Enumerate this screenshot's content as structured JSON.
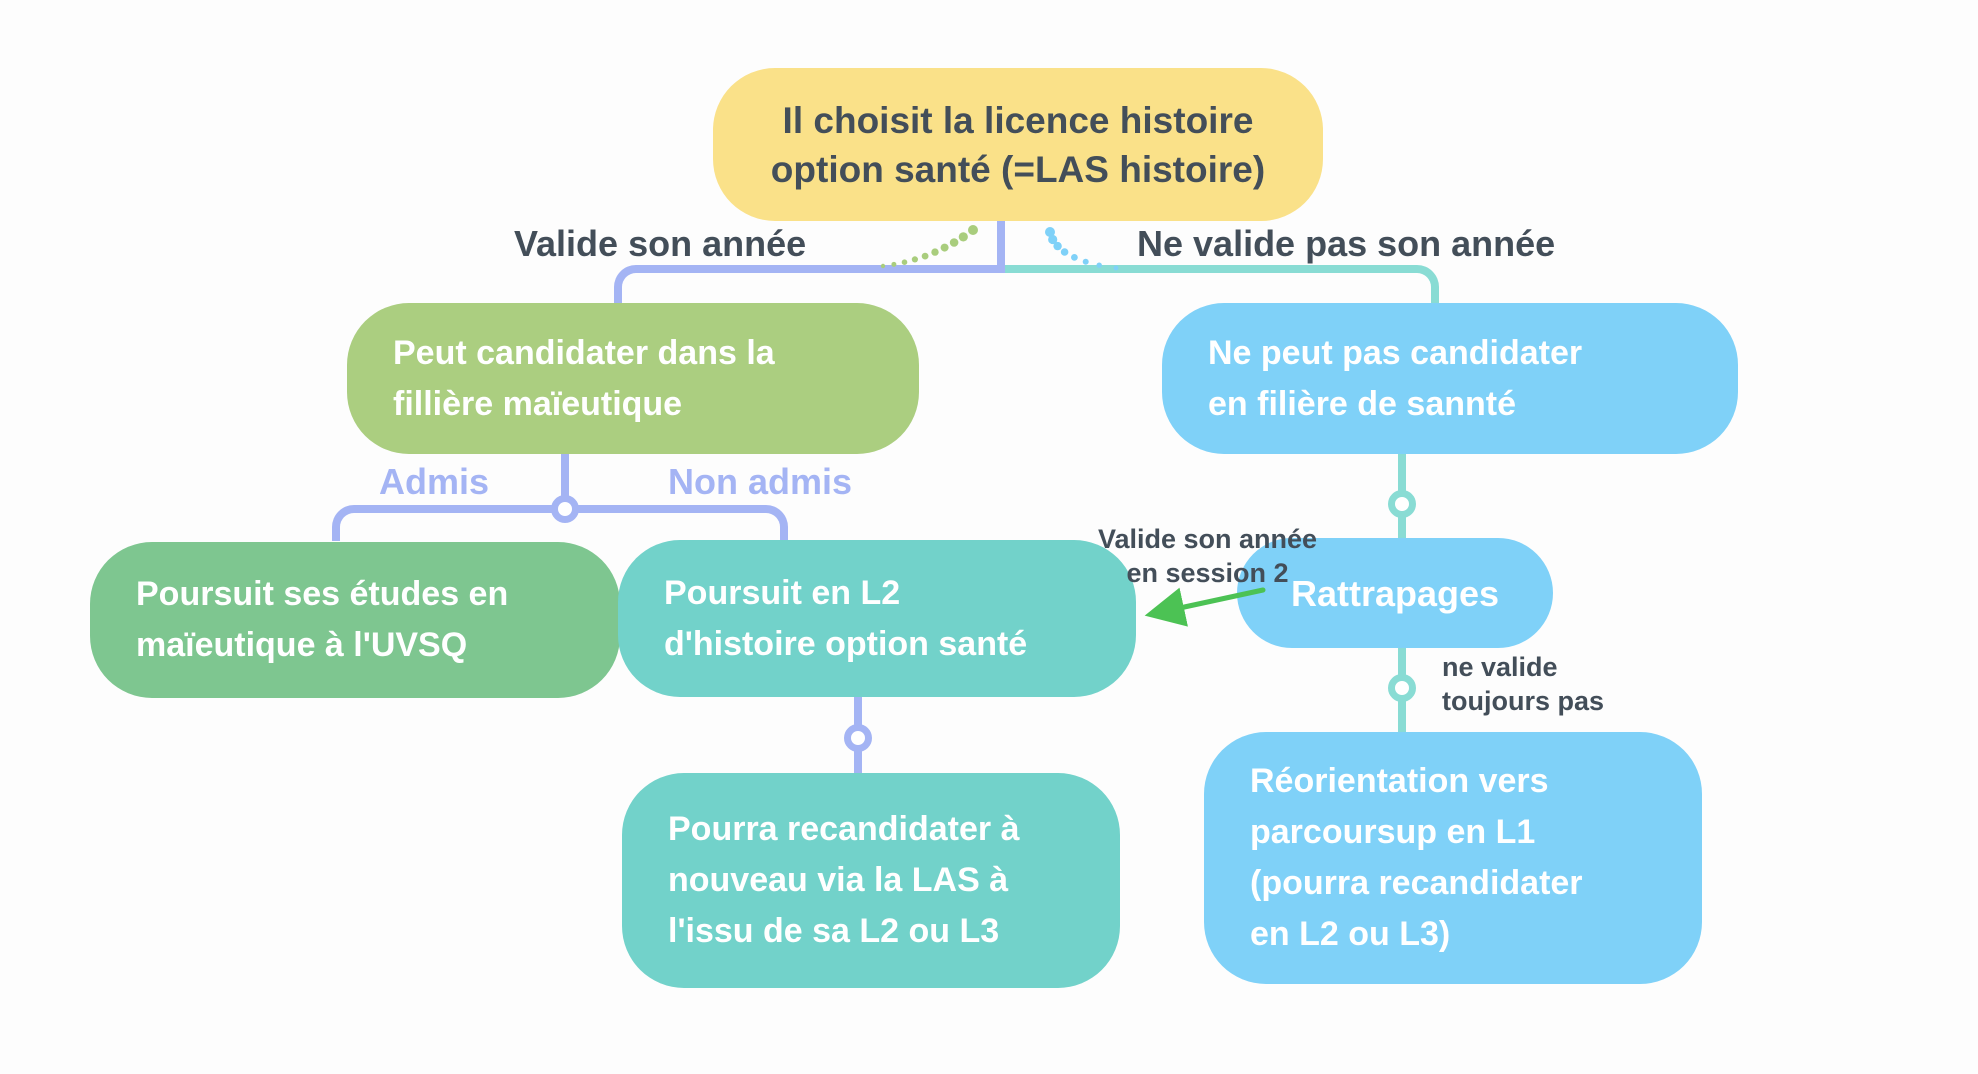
{
  "palette": {
    "root_yellow": "#fae189",
    "branch_yellow_green": "#abce80",
    "branch_green": "#7ec690",
    "branch_teal": "#72d2ca",
    "branch_blue": "#7fd1f8",
    "connector_periwinkle": "#a4b4f4",
    "connector_teal": "#89dcd4",
    "text_dark": "#434e59",
    "text_white": "#ffffff",
    "arrow_green": "#4cc254"
  },
  "nodes": {
    "root": {
      "lines": [
        "Il choisit la licence histoire",
        "option santé (=LAS histoire)"
      ]
    },
    "can_apply": {
      "lines": [
        "Peut candidater dans la",
        "fillière maïeutique"
      ]
    },
    "cannot_apply": {
      "lines": [
        "Ne peut pas candidater",
        "en filière de sannté"
      ]
    },
    "continue_uvsq": {
      "lines": [
        "Poursuit ses études en",
        "maïeutique à l'UVSQ"
      ]
    },
    "continue_l2": {
      "lines": [
        "Poursuit en L2",
        "d'histoire option santé"
      ]
    },
    "reapply_las": {
      "lines": [
        "Pourra recandidater à",
        "nouveau via la LAS à",
        "l'issu de sa L2 ou L3"
      ]
    },
    "rattrapages": {
      "label": "Rattrapages"
    },
    "reorientation": {
      "lines": [
        "Réorientation vers",
        "parcoursup en L1",
        "(pourra recandidater",
        "en L2 ou L3)"
      ]
    }
  },
  "edge_labels": {
    "validates": "Valide son année",
    "not_validates": "Ne valide pas son année",
    "admitted": "Admis",
    "not_admitted": "Non admis",
    "session2": {
      "lines": [
        "Valide son année",
        "en session 2"
      ]
    },
    "still_fails": {
      "lines": [
        "ne valide",
        "toujours pas"
      ]
    }
  }
}
